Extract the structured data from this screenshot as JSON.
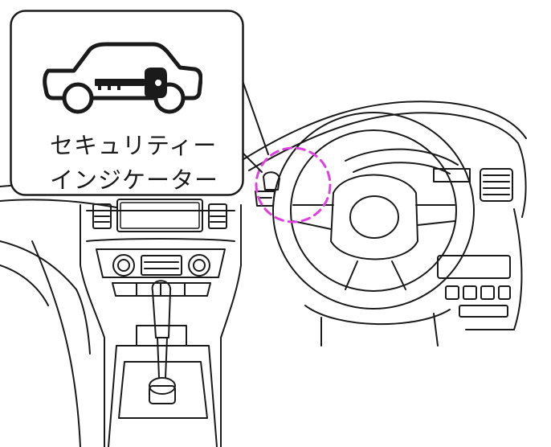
{
  "callout": {
    "indicator_label_line1": "セキュリティー",
    "indicator_label_line2": "インジケーター",
    "indicator_icon": "car-with-key-icon"
  },
  "highlight": {
    "color": "#e040e0",
    "target": "security-indicator-lamp"
  },
  "colors": {
    "line": "#1a1a1a",
    "background": "#ffffff"
  }
}
